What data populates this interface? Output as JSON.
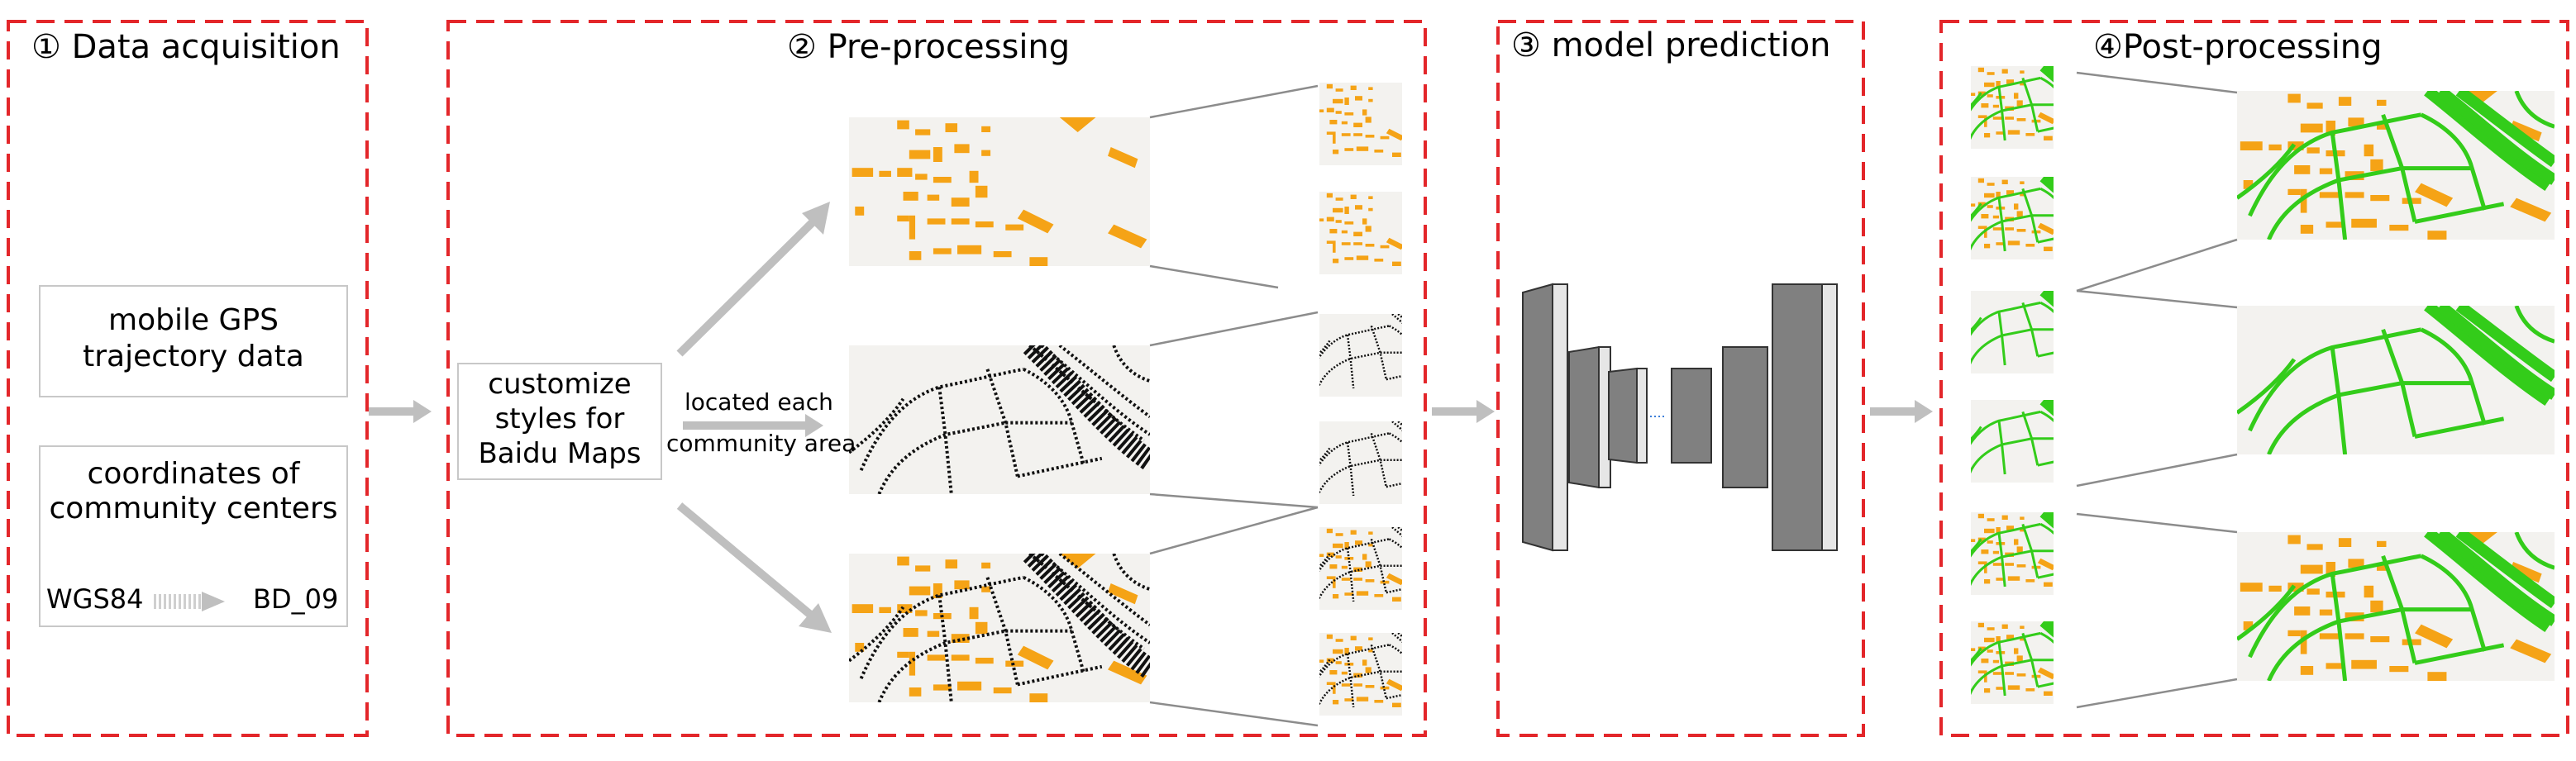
{
  "stages": [
    {
      "title": "① Data acquisition"
    },
    {
      "title": "② Pre-processing"
    },
    {
      "title": "③ model prediction"
    },
    {
      "title": "④Post-processing"
    }
  ],
  "acquisition": {
    "box1": {
      "line1": "mobile GPS",
      "line2": "trajectory data"
    },
    "box2": {
      "line1": "coordinates of",
      "line2": "community centers"
    },
    "conversion": {
      "from": "WGS84",
      "to": "BD_09"
    }
  },
  "preprocessing": {
    "style_box": {
      "line1": "customize",
      "line2": "styles for",
      "line3": "Baidu Maps"
    },
    "arrow_label": {
      "line1": "located each",
      "line2": "community area"
    }
  },
  "colors": {
    "frame": "#e3262a",
    "arrow": "#bfbfbf",
    "building": "#f5a316",
    "road_mask": "#33cc1a",
    "map_bg": "#f3f2ef",
    "trajectory": "#111111",
    "net_block": "#7f7f7f"
  }
}
